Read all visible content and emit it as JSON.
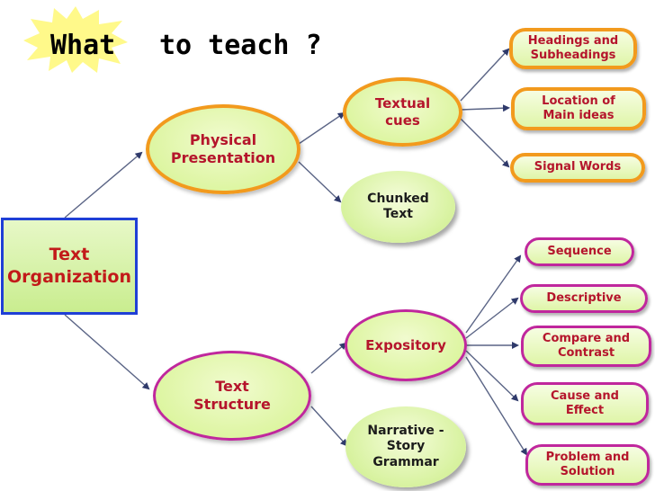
{
  "title": {
    "highlight": "What",
    "rest": "to teach ?"
  },
  "colors": {
    "arrow": "#5a6485",
    "node_text": "#b5152c",
    "root_border": "#1f3fd6",
    "orange_border": "#f29a1d",
    "magenta_border": "#c0279d",
    "burst_fill": "#fff98a"
  },
  "nodes": {
    "root": {
      "line1": "Text",
      "line2": "Organization"
    },
    "physical": {
      "line1": "Physical",
      "line2": "Presentation"
    },
    "structure": {
      "line1": "Text",
      "line2": "Structure"
    },
    "textual_cues": {
      "line1": "Textual",
      "line2": "cues"
    },
    "chunked": {
      "line1": "Chunked",
      "line2": "Text"
    },
    "expository": {
      "line1": "Expository"
    },
    "narrative": {
      "line1": "Narrative -",
      "line2": "Story",
      "line3": "Grammar"
    },
    "headings": {
      "line1": "Headings and",
      "line2": "Subheadings"
    },
    "location": {
      "line1": "Location of",
      "line2": "Main ideas"
    },
    "signal": {
      "line1": "Signal Words"
    },
    "sequence": {
      "line1": "Sequence"
    },
    "descriptive": {
      "line1": "Descriptive"
    },
    "compare": {
      "line1": "Compare and",
      "line2": "Contrast"
    },
    "cause": {
      "line1": "Cause and",
      "line2": "Effect"
    },
    "problem": {
      "line1": "Problem and",
      "line2": "Solution"
    }
  }
}
